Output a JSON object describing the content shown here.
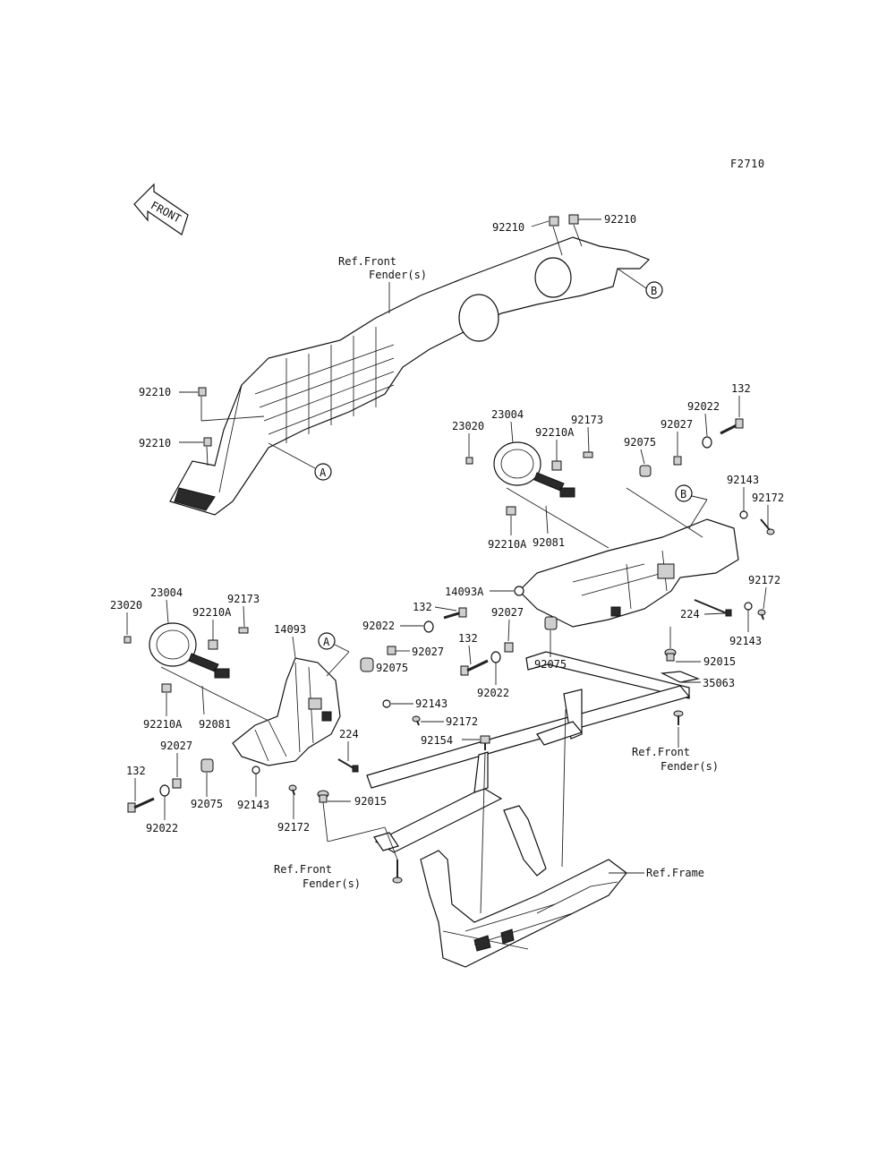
{
  "figure_id": "F2710",
  "front_arrow_label": "FRONT",
  "callouts": {
    "a": "A",
    "b": "B"
  },
  "labels": {
    "p92210_top_left": "92210",
    "p92210_top_right": "92210",
    "ref_front_fender_top_1": "Ref.Front",
    "ref_front_fender_top_2": "Fender(s)",
    "p92210_left_1": "92210",
    "p92210_left_2": "92210",
    "r_23020": "23020",
    "r_23004": "23004",
    "r_92173": "92173",
    "r_92210A_top": "92210A",
    "r_92075_top": "92075",
    "r_92027_top": "92027",
    "r_92022_top": "92022",
    "r_132_top": "132",
    "r_92143_top": "92143",
    "r_92172_top": "92172",
    "r_92210A_bot": "92210A",
    "r_92081": "92081",
    "r_14093A": "14093A",
    "r_92172_mid": "92172",
    "r_224": "224",
    "r_92143_mid": "92143",
    "r_92015": "92015",
    "r_35063": "35063",
    "c_132": "132",
    "c_92022": "92022",
    "c_92027_a": "92027",
    "c_92027_b": "92027",
    "c_132_b": "132",
    "c_92075_b": "92075",
    "c_92022_b": "92022",
    "ref_front_fender_right_1": "Ref.Front",
    "ref_front_fender_right_2": "Fender(s)",
    "l_23020": "23020",
    "l_23004": "23004",
    "l_92173": "92173",
    "l_92210A_top": "92210A",
    "l_14093": "14093",
    "l_92075": "92075",
    "l_92210A_bot": "92210A",
    "l_92081": "92081",
    "l_92143_a": "92143",
    "l_92172_a": "92172",
    "l_92154": "92154",
    "l_224": "224",
    "l_92027": "92027",
    "l_132": "132",
    "l_92075_b": "92075",
    "l_92143_b": "92143",
    "l_92172_b": "92172",
    "l_92022": "92022",
    "l_92015": "92015",
    "ref_front_fender_bot_1": "Ref.Front",
    "ref_front_fender_bot_2": "Fender(s)",
    "ref_frame": "Ref.Frame"
  }
}
